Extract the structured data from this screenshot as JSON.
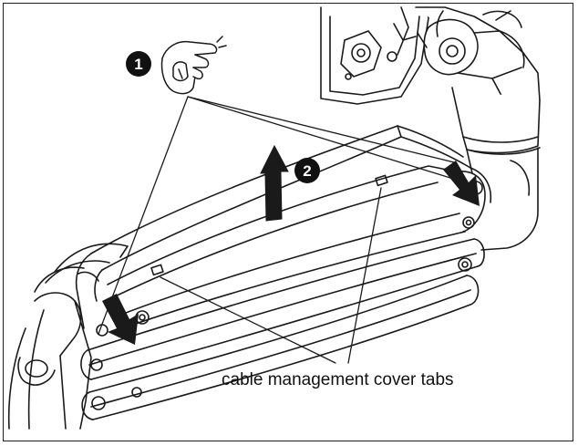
{
  "steps": {
    "step1": "1",
    "step2": "2"
  },
  "caption": "cable management cover tabs",
  "colors": {
    "line": "#1a1a1a",
    "arrow": "#1a1a1a",
    "background": "#ffffff"
  },
  "icons": [
    "hand-icon",
    "up-arrow-icon",
    "down-arrow-icon"
  ]
}
